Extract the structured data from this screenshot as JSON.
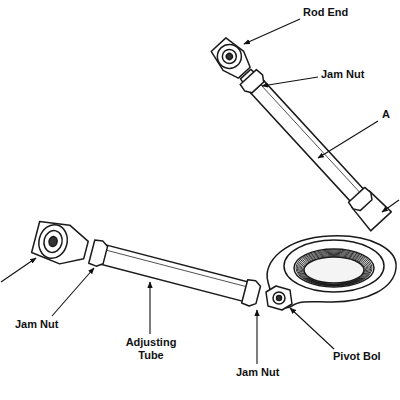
{
  "diagram": {
    "labels": [
      "Rod End",
      "Jam Nut",
      "A",
      "Jam Nut",
      "Adjusting Tube",
      "Jam Nut",
      "Pivot Bol"
    ]
  }
}
